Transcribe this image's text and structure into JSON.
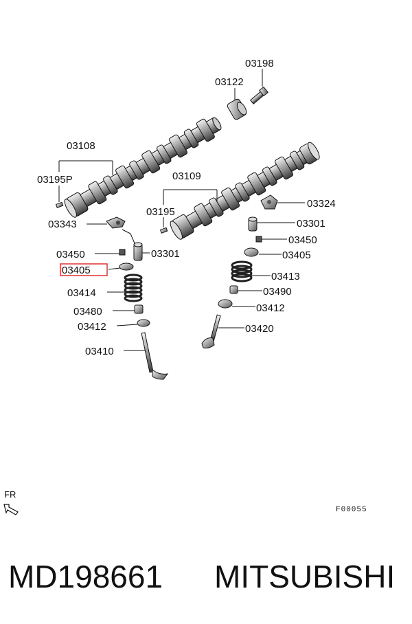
{
  "labels": {
    "l03198": "03198",
    "l03122": "03122",
    "l03108": "03108",
    "l03195p": "03195P",
    "l03109": "03109",
    "l03195": "03195",
    "l03324": "03324",
    "l03343": "03343",
    "l03301a": "03301",
    "l03301b": "03301",
    "l03450a": "03450",
    "l03450b": "03450",
    "l03405a": "03405",
    "l03405b": "03405",
    "l03414": "03414",
    "l03413": "03413",
    "l03480": "03480",
    "l03490": "03490",
    "l03412a": "03412",
    "l03412b": "03412",
    "l03410": "03410",
    "l03420": "03420"
  },
  "orientation": "FR",
  "code": "F00055",
  "footer": {
    "part_number": "MD198661",
    "brand": "MITSUBISHI"
  },
  "highlight_color": "#e03030",
  "highlighted_part": "03405"
}
